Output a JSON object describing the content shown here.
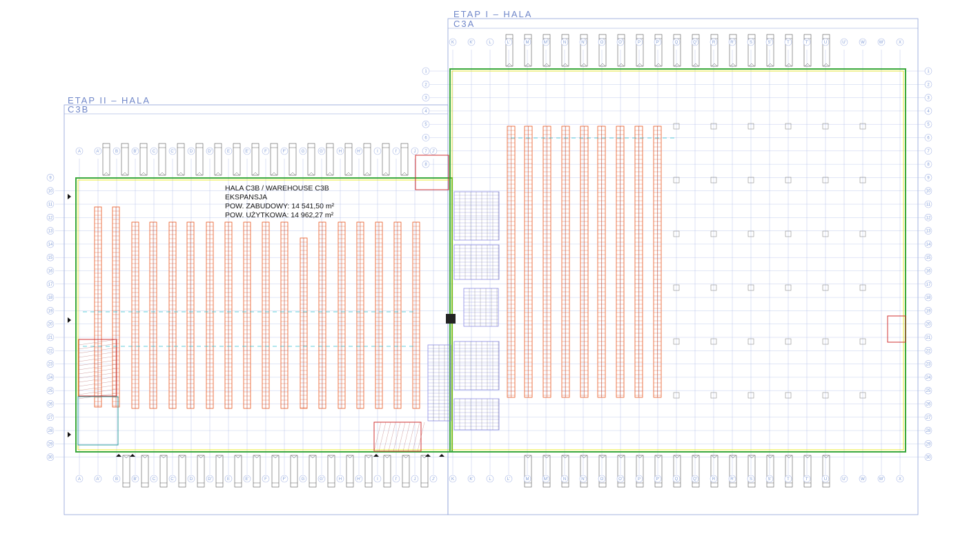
{
  "stages": {
    "stage2": {
      "title": "ETAP II – HALA",
      "hall": "C3B"
    },
    "stage1": {
      "title": "ETAP I – HALA",
      "hall": "C3A"
    }
  },
  "warehouse_info": {
    "name": "HALA C3B / WAREHOUSE C3B",
    "line2": "EKSPANSJA",
    "line3": "POW. ZABUDOWY: 14 541,50 m²",
    "line4": "POW. UŻYTKOWA: 14 962,27 m²"
  },
  "grid_labels": {
    "c3b_columns": [
      "A",
      "A'",
      "B",
      "B'",
      "C",
      "C'",
      "D",
      "D'",
      "E",
      "E'",
      "F",
      "F'",
      "G",
      "G'",
      "H",
      "H'",
      "I",
      "I'",
      "J",
      "J'"
    ],
    "c3a_columns": [
      "K",
      "K'",
      "L",
      "L'",
      "M",
      "M'",
      "N",
      "N'",
      "O",
      "O'",
      "P",
      "P'",
      "Q",
      "Q'",
      "R",
      "R'",
      "S",
      "S'",
      "T",
      "T'",
      "U",
      "U'",
      "W",
      "W'",
      "X"
    ],
    "rows": [
      "1",
      "2",
      "3",
      "4",
      "5",
      "6",
      "7",
      "8",
      "9",
      "10",
      "11",
      "12",
      "13",
      "14",
      "15",
      "16",
      "17",
      "18",
      "19",
      "20",
      "21",
      "22",
      "23",
      "24",
      "25",
      "26",
      "27",
      "28",
      "29",
      "30"
    ]
  },
  "colors": {
    "frame": "#8da0d8",
    "grid": "#a9b8e6",
    "wall": "#3aa83a",
    "wall_accent": "#e6e600",
    "rack": "#e8541c",
    "rack_inner": "#c33a1a",
    "mezzanine": "#7a7ae0",
    "office": "#d03030"
  }
}
